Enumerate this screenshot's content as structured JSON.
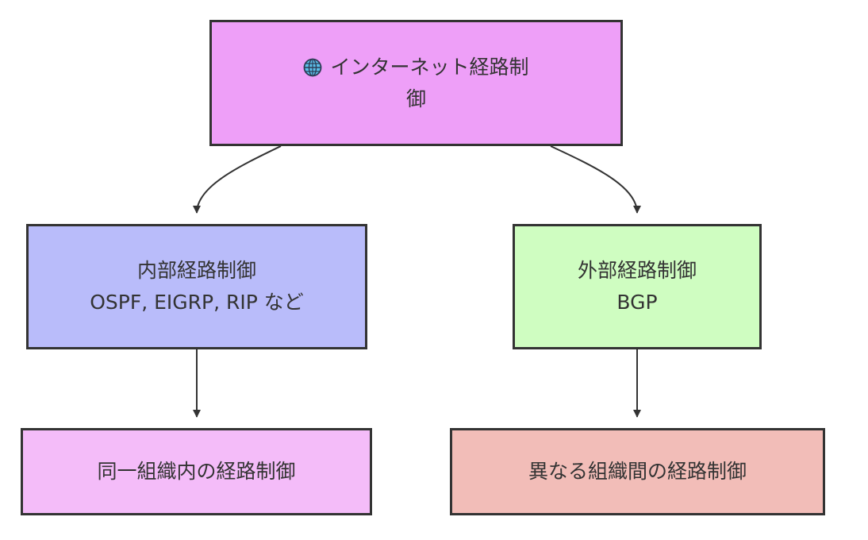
{
  "colors": {
    "root": "#EE9FF8",
    "internal": "#B9BCFA",
    "external": "#CFFDC1",
    "same_org": "#F4BCF9",
    "diff_org": "#F2BDB8",
    "border": "#333333",
    "edge": "#333333"
  },
  "nodes": {
    "root": {
      "icon": "globe-icon",
      "line1": "インターネット経路制",
      "line2": "御"
    },
    "internal": {
      "line1": "内部経路制御",
      "line2": "OSPF, EIGRP, RIP など"
    },
    "external": {
      "line1": "外部経路制御",
      "line2": "BGP"
    },
    "same_org": {
      "line1": "同一組織内の経路制御"
    },
    "diff_org": {
      "line1": "異なる組織間の経路制御"
    }
  }
}
